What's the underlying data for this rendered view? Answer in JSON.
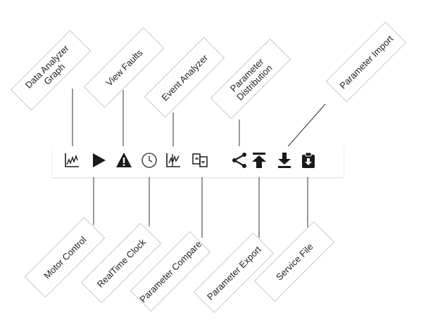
{
  "toolbar": {
    "items": [
      {
        "key": "data-analyzer-graph",
        "icon": "line-chart-icon"
      },
      {
        "key": "motor-control",
        "icon": "play-icon"
      },
      {
        "key": "view-faults",
        "icon": "warning-icon"
      },
      {
        "key": "real-time-clock",
        "icon": "clock-icon"
      },
      {
        "key": "event-analyzer",
        "icon": "event-chart-icon"
      },
      {
        "key": "parameter-compare",
        "icon": "compare-icon"
      },
      {
        "key": "parameter-distribution",
        "icon": "share-icon"
      },
      {
        "key": "parameter-export",
        "icon": "upload-icon"
      },
      {
        "key": "parameter-import",
        "icon": "download-icon"
      },
      {
        "key": "service-file",
        "icon": "clipboard-icon"
      }
    ]
  },
  "callouts": {
    "data_analyzer_graph": "Data Analyzer\nGraph",
    "view_faults": "View Faults",
    "event_analyzer": "Event Analyzer",
    "parameter_distribution": "Parameter\nDistribution",
    "parameter_import": "Parameter Import",
    "motor_control": "Motor Control",
    "real_time_clock": "RealTime Clock",
    "parameter_compare": "Parameter Compare",
    "parameter_export": "Parameter Export",
    "service_file": "Service File"
  },
  "colors": {
    "icon": "#1a1a1a",
    "line": "#333333",
    "box_border": "#c8c8c8"
  }
}
